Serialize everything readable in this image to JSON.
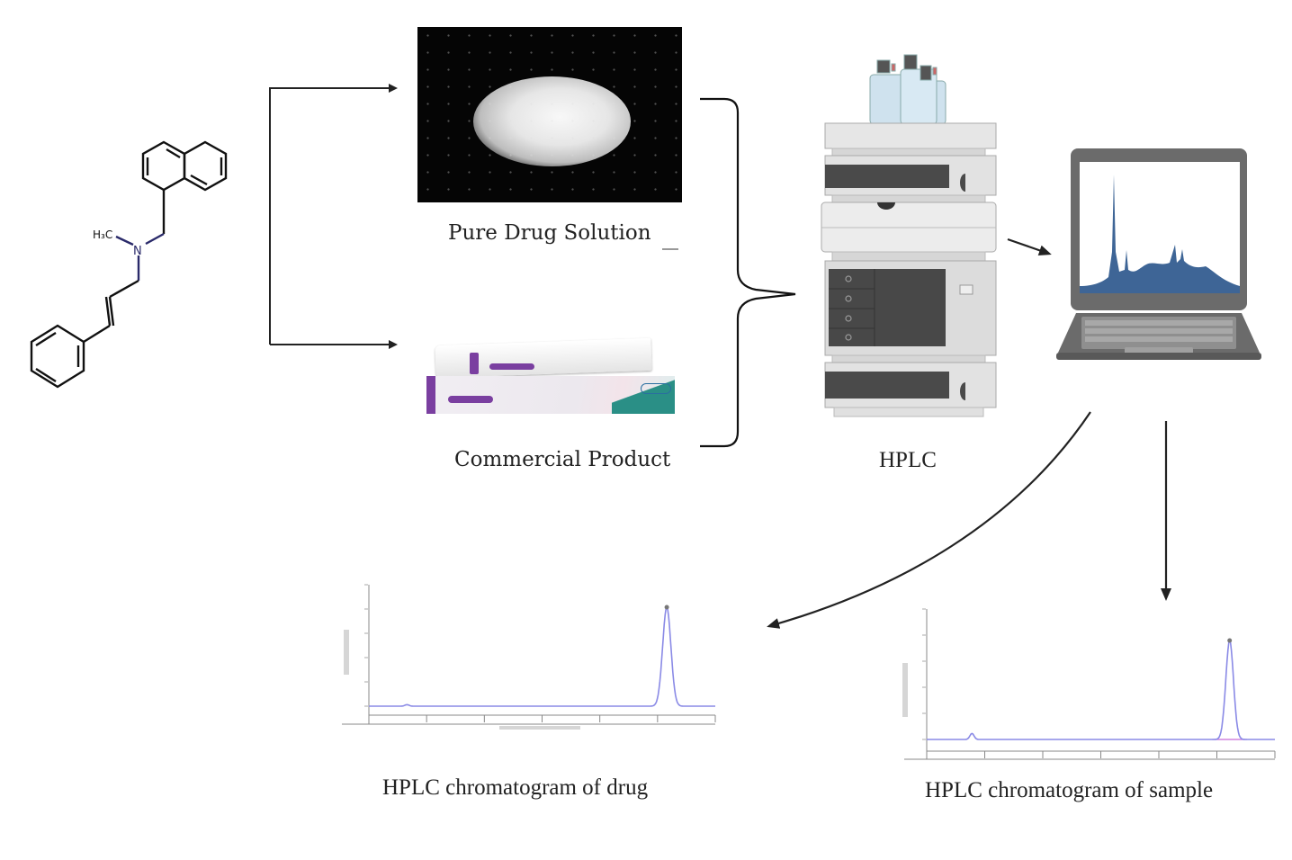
{
  "diagram": {
    "molecule": {
      "name": "naftifine-structure",
      "atom_labels": {
        "methyl": "H₃C",
        "nitrogen": "N"
      }
    },
    "nodes": {
      "pure_drug": {
        "label": "Pure Drug  Solution",
        "image": "white powder on black background"
      },
      "commercial": {
        "label": "Commercial Product",
        "image": "cream tube and box"
      },
      "hplc": {
        "label": "HPLC",
        "image": "HPLC instrument stack with solvent bottles"
      },
      "laptop": {
        "image": "laptop displaying chromatogram"
      }
    },
    "outputs": {
      "drug": {
        "label": "HPLC chromatogram of drug"
      },
      "sample": {
        "label": "HPLC chromatogram of sample"
      }
    },
    "colors": {
      "arrow": "#222222",
      "trace": "#8a8ae6",
      "trace_baseline_sample": "#c86ad8",
      "screen_peak": "#3e6596",
      "laptop_body": "#6b6b6b",
      "hplc_dark": "#4a4a4a",
      "hplc_light": "#e2e2e2",
      "bottle": "#cfe2ee",
      "box_purple": "#7a3fa0",
      "box_teal": "#2a8f86"
    }
  },
  "chart_data": [
    {
      "type": "line",
      "title": "HPLC chromatogram of drug",
      "xlabel": "",
      "ylabel": "",
      "series": [
        {
          "name": "drug",
          "peaks": [
            {
              "rt_fraction": 0.11,
              "height_fraction": 0.015
            },
            {
              "rt_fraction": 0.86,
              "height_fraction": 1.0
            }
          ]
        }
      ]
    },
    {
      "type": "line",
      "title": "HPLC chromatogram of sample",
      "xlabel": "",
      "ylabel": "",
      "series": [
        {
          "name": "sample",
          "peaks": [
            {
              "rt_fraction": 0.13,
              "height_fraction": 0.06
            },
            {
              "rt_fraction": 0.87,
              "height_fraction": 1.0
            }
          ]
        }
      ]
    }
  ]
}
